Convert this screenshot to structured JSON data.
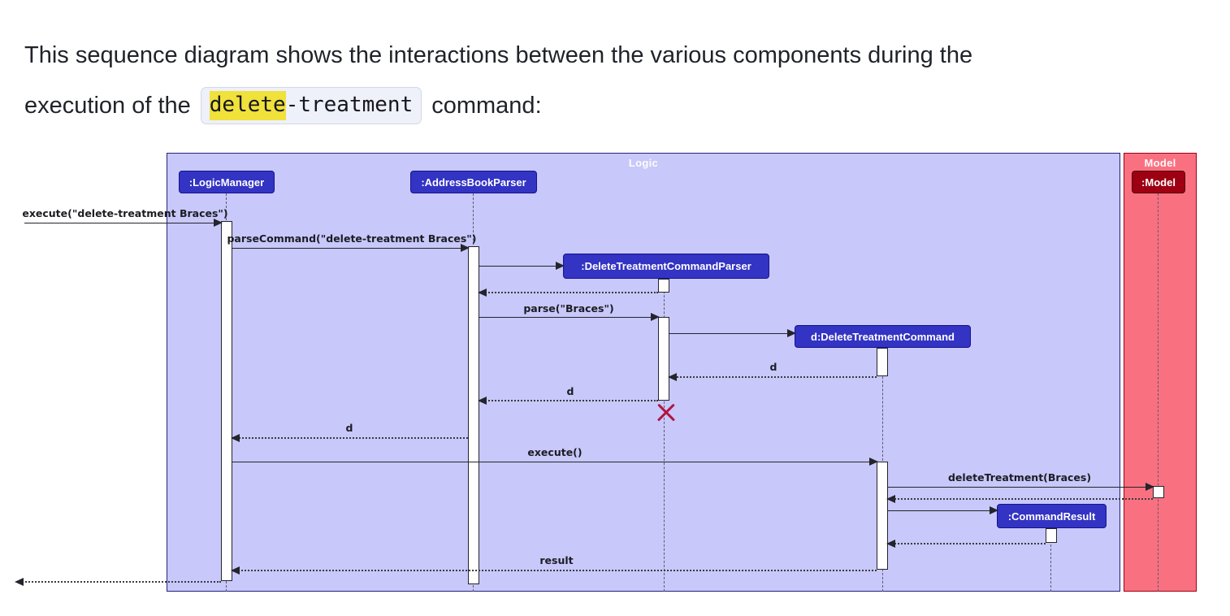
{
  "intro": {
    "line1": "This sequence diagram shows the interactions between the various components during the",
    "line2_before": "execution of the",
    "code_highlighted": "delete",
    "code_rest": "-treatment",
    "line2_after": "command:"
  },
  "diagram": {
    "frames": {
      "logic": "Logic",
      "model": "Model"
    },
    "participants": {
      "logic_manager": ":LogicManager",
      "address_book_parser": ":AddressBookParser",
      "delete_treatment_command_parser": ":DeleteTreatmentCommandParser",
      "delete_treatment_command": "d:DeleteTreatmentCommand",
      "command_result": ":CommandResult",
      "model": ":Model"
    },
    "messages": {
      "execute_command": "execute(\"delete-treatment Braces\")",
      "parse_command": "parseCommand(\"delete-treatment Braces\")",
      "parse": "parse(\"Braces\")",
      "return_d_to_parser": "d",
      "return_d_to_abp": "d",
      "return_d_to_lm": "d",
      "execute": "execute()",
      "delete_treatment": "deleteTreatment(Braces)",
      "result": "result"
    },
    "colors": {
      "logic_frame_bg": "#C8C8FA",
      "logic_participant_bg": "#3333C4",
      "model_frame_bg": "#F97181",
      "model_participant_bg": "#9D0012",
      "destroy_x": "#B11641",
      "code_highlight": "#F0E13B"
    }
  }
}
